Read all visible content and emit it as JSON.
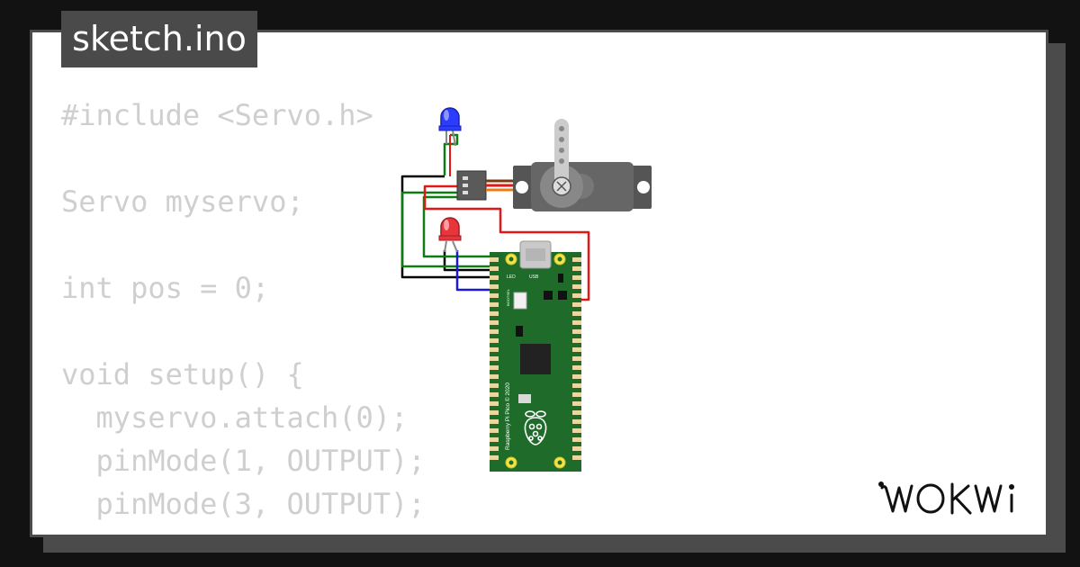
{
  "file_title": "sketch.ino",
  "code_lines": [
    "#include <Servo.h>",
    "",
    "Servo myservo;",
    "",
    "int pos = 0;",
    "",
    "void setup() {",
    "  myservo.attach(0);",
    "  pinMode(1, OUTPUT);",
    "  pinMode(3, OUTPUT);",
    "}"
  ],
  "circuit": {
    "leds": [
      {
        "name": "blue-led",
        "color": "#2b3bff"
      },
      {
        "name": "red-led",
        "color": "#e8353b"
      }
    ],
    "servo_color": "#666666",
    "board": {
      "name": "Raspberry Pi Pico",
      "silk_text": "Raspberry Pi Pico © 2020",
      "usb_label": "USB",
      "led_label": "LED",
      "bootsel_label": "BOOTSEL",
      "color": "#1e6b2a"
    },
    "wire_colors": {
      "black": "#000000",
      "green": "#0d7d13",
      "red": "#e01818",
      "blue": "#1a1ad6",
      "orange": "#f07a10",
      "brown": "#7a3b10"
    }
  },
  "brand": {
    "logo_text": "WOKWi"
  }
}
